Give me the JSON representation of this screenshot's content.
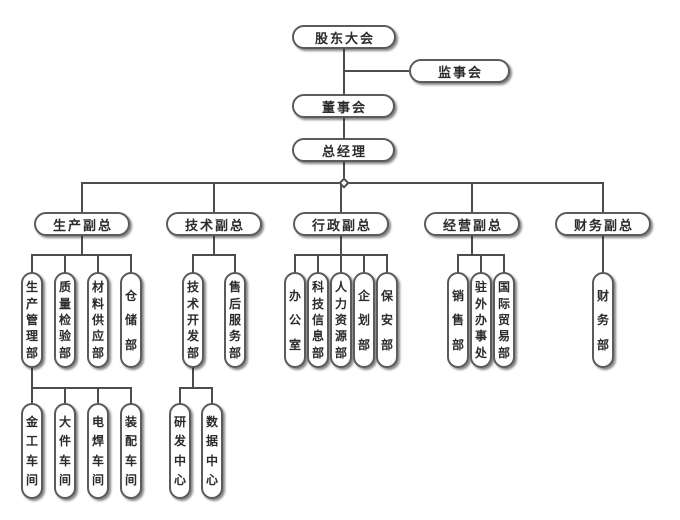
{
  "org": {
    "shareholders": {
      "label": "股东大会"
    },
    "supervisory": {
      "label": "监事会"
    },
    "board": {
      "label": "董事会"
    },
    "general_manager": {
      "label": "总经理"
    },
    "divisions": [
      {
        "label": "生产副总",
        "departments": [
          {
            "label": "生产管理部",
            "children": [
              {
                "label": "金工车间"
              },
              {
                "label": "大件车间"
              },
              {
                "label": "电焊车间"
              },
              {
                "label": "装配车间"
              }
            ]
          },
          {
            "label": "质量检验部"
          },
          {
            "label": "材料供应部"
          },
          {
            "label": "仓储部"
          }
        ]
      },
      {
        "label": "技术副总",
        "departments": [
          {
            "label": "技术开发部",
            "children": [
              {
                "label": "研发中心"
              },
              {
                "label": "数据中心"
              }
            ]
          },
          {
            "label": "售后服务部"
          }
        ]
      },
      {
        "label": "行政副总",
        "departments": [
          {
            "label": "办公室"
          },
          {
            "label": "科技信息部"
          },
          {
            "label": "人力资源部"
          },
          {
            "label": "企划部"
          },
          {
            "label": "保安部"
          }
        ]
      },
      {
        "label": "经营副总",
        "departments": [
          {
            "label": "销售部"
          },
          {
            "label": "驻外办事处"
          },
          {
            "label": "国际贸易部"
          }
        ]
      },
      {
        "label": "财务副总",
        "departments": [
          {
            "label": "财务部"
          }
        ]
      }
    ]
  },
  "colors": {
    "node_border": "#5b5b5b",
    "connector": "#4c4c4c",
    "text": "#2b2b2b",
    "background": "#ffffff"
  }
}
